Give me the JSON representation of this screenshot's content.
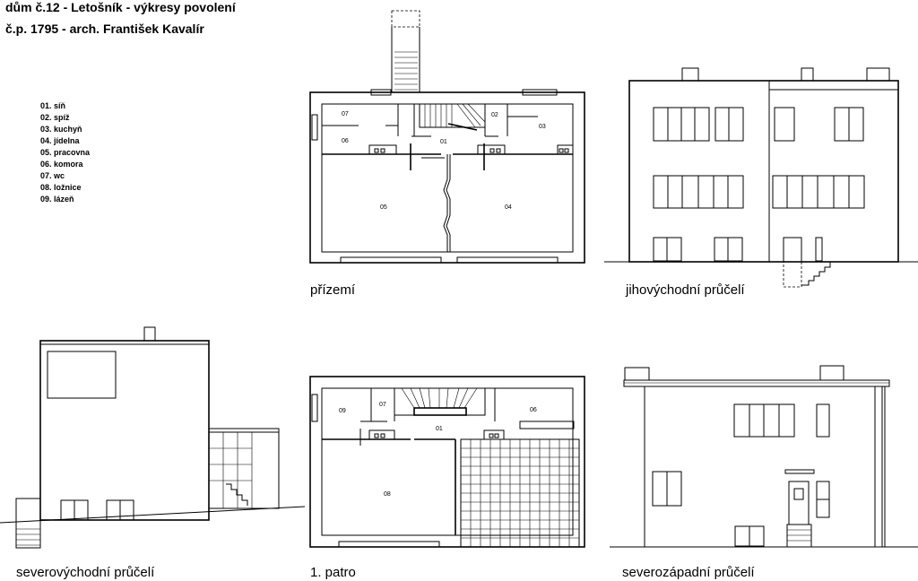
{
  "title": {
    "line1": "dům č.12 - Letošník - výkresy povolení",
    "line2": "č.p. 1795 - arch. František Kavalír"
  },
  "legend": [
    "01. síň",
    "02. spíž",
    "03. kuchyň",
    "04. jídelna",
    "05. pracovna",
    "06. komora",
    "07. wc",
    "08. ložnice",
    "09. lázeň"
  ],
  "captions": {
    "ground_floor": "přízemí",
    "se_facade": "jihovýchodní průčelí",
    "ne_facade": "severovýchodní průčelí",
    "first_floor": "1. patro",
    "nw_facade": "severozápadní průčelí"
  },
  "rooms_ground": {
    "r07": "07",
    "r06": "06",
    "r01": "01",
    "r02": "02",
    "r03": "03",
    "r05": "05",
    "r04": "04"
  },
  "rooms_first": {
    "r09": "09",
    "r07": "07",
    "r01": "01",
    "r06": "06",
    "r08": "08"
  }
}
